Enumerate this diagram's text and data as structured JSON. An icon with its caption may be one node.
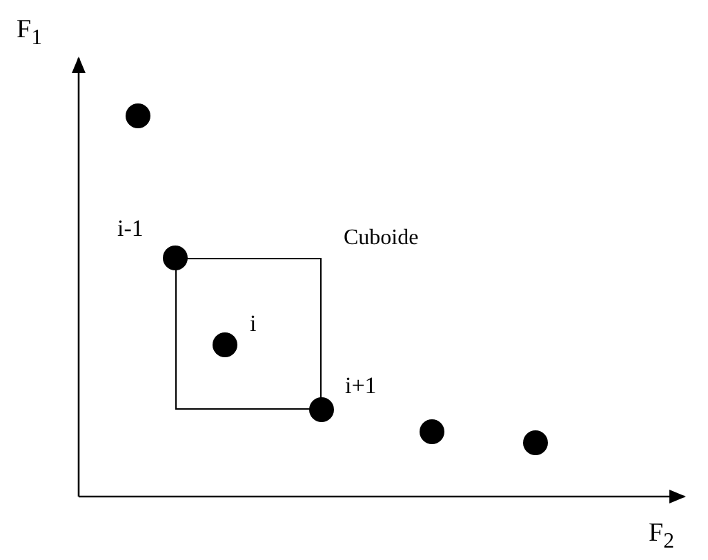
{
  "diagram": {
    "nodes": [
      {
        "text": [
          "Cuboide"
        ]
      },
      {
        "text": [],
        "shape": "circle"
      },
      {
        "text": [],
        "shape": "circle",
        "beside": [
          "i-1"
        ]
      },
      {
        "text": [],
        "shape": "circle",
        "beside": [
          "i"
        ],
        "in": 0
      },
      {
        "text": [],
        "shape": "circle",
        "beside": [
          "i+1"
        ]
      },
      {
        "text": [],
        "shape": "circle"
      },
      {
        "text": [],
        "shape": "circle"
      }
    ],
    "labels": [
      "F$_{1}$",
      "F$_{2}$"
    ]
  }
}
